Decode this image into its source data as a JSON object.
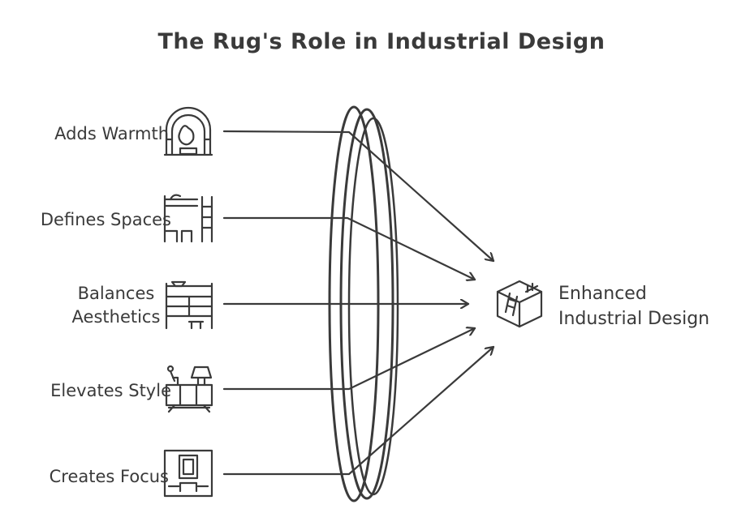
{
  "title": "The Rug's Role in Industrial Design",
  "inputs": [
    {
      "label": "Adds Warmth",
      "icon": "fireplace-icon"
    },
    {
      "label": "Defines Spaces",
      "icon": "loft-bed-ladder-icon"
    },
    {
      "label": "Balances Aesthetics",
      "icon": "shelving-unit-icon"
    },
    {
      "label": "Elevates Style",
      "icon": "sideboard-lamp-icon"
    },
    {
      "label": "Creates Focus",
      "icon": "framed-art-icon"
    }
  ],
  "center": {
    "icon": "rug-lens-icon"
  },
  "output": {
    "line1": "Enhanced",
    "line2": "Industrial Design",
    "icon": "industrial-room-icon"
  },
  "colors": {
    "stroke": "#3a3a3a",
    "background": "#ffffff"
  }
}
